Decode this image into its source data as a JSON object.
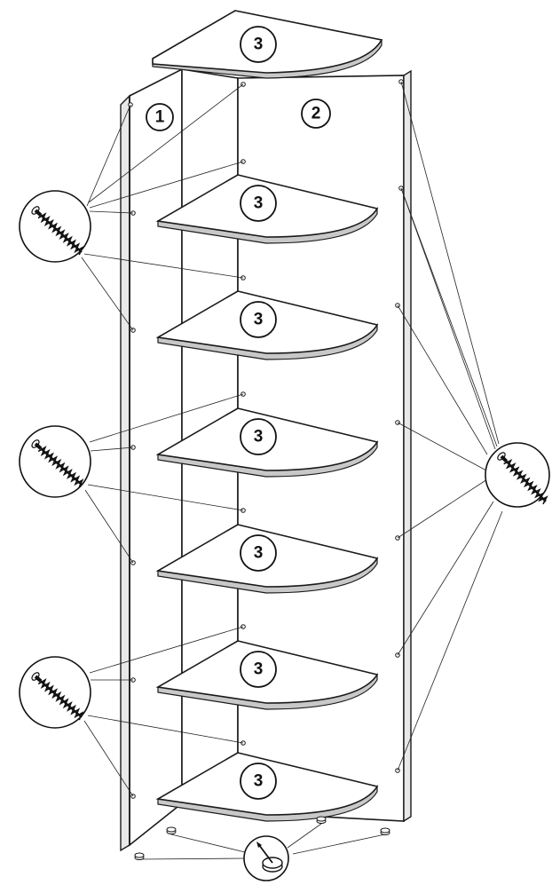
{
  "diagram": {
    "part_labels": {
      "side_panel": "1",
      "back_panel": "2",
      "shelf": "3"
    },
    "shelf_count": 7,
    "callouts": {
      "screw_icon": "confirmat-screw-icon",
      "foot_icon": "nail-on-glide-icon"
    }
  }
}
